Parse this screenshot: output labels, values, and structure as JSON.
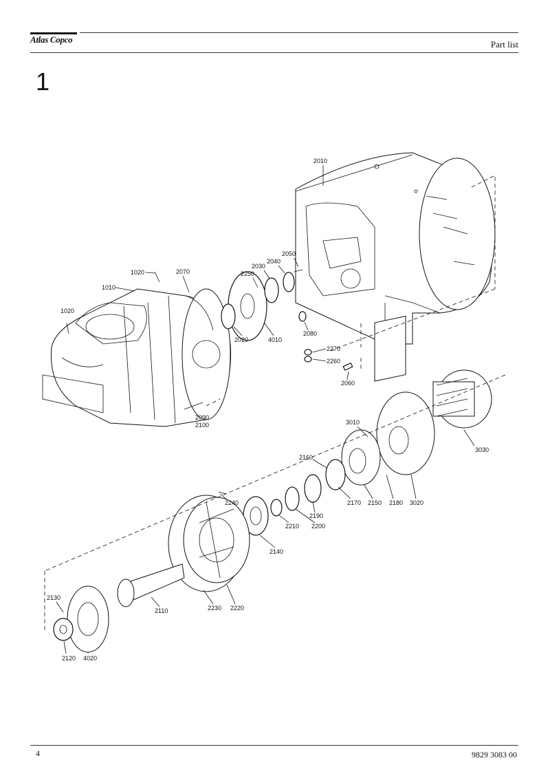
{
  "header": {
    "logo_text": "Atlas Copco",
    "title": "Part list"
  },
  "chapter_number": "1",
  "footer": {
    "page_number": "4",
    "document_number": "9829 3083 00"
  },
  "callouts": {
    "c2010": "2010",
    "c1020a": "1020",
    "c2070": "2070",
    "c1010": "1010",
    "c1020b": "1020",
    "c2030": "2030",
    "c2040": "2040",
    "c2050": "2050",
    "c2250": "2250",
    "c2020": "2020",
    "c4010": "4010",
    "c2080": "2080",
    "c2270": "2270",
    "c2260": "2260",
    "c2060": "2060",
    "c2090": "2090",
    "c2100": "2100",
    "c3010": "3010",
    "c3030": "3030",
    "c2160": "2160",
    "c2170": "2170",
    "c2150": "2150",
    "c2180": "2180",
    "c3020": "3020",
    "c2240": "2240",
    "c2190": "2190",
    "c2210": "2210",
    "c2200": "2200",
    "c2140": "2140",
    "c2130": "2130",
    "c2110": "2110",
    "c2230": "2230",
    "c2220": "2220",
    "c2120": "2120",
    "c4020": "4020"
  }
}
